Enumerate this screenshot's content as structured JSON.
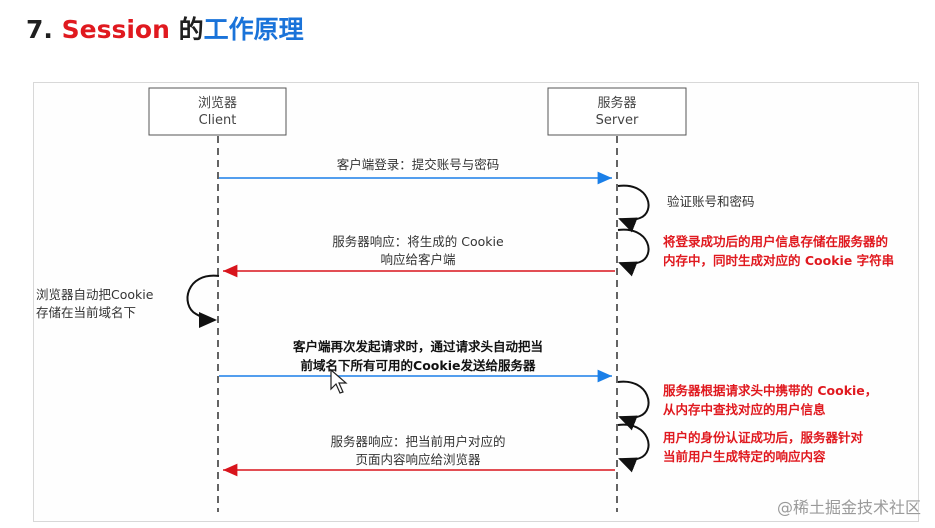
{
  "title": {
    "number": "7.",
    "keyword": "Session",
    "connector": " 的",
    "topic": "工作原理"
  },
  "participants": {
    "client": {
      "line1": "浏览器",
      "line2": "Client"
    },
    "server": {
      "line1": "服务器",
      "line2": "Server"
    }
  },
  "messages": {
    "m1": "客户端登录：提交账号与密码",
    "m2_line1": "服务器响应：将生成的 Cookie",
    "m2_line2": "响应给客户端",
    "m3_line1": "客户端再次发起请求时，通过请求头自动把当",
    "m3_line2": "前域名下所有可用的Cookie发送给服务器",
    "m4_line1": "服务器响应：把当前用户对应的",
    "m4_line2": "页面内容响应给浏览器"
  },
  "self_notes": {
    "verify": "验证账号和密码",
    "client_store_line1": "浏览器自动把Cookie",
    "client_store_line2": "存储在当前域名下"
  },
  "red_notes": {
    "n1_line1": "将登录成功后的用户信息存储在服务器的",
    "n1_line2": "内存中，同时生成对应的 Cookie 字符串",
    "n2_line1": "服务器根据请求头中携带的 Cookie，",
    "n2_line2": "从内存中查找对应的用户信息",
    "n3_line1": "用户的身份认证成功后，服务器针对",
    "n3_line2": "当前用户生成特定的响应内容"
  },
  "watermark": "@稀土掘金技术社区",
  "colors": {
    "request_arrow": "#1a7fe8",
    "response_arrow": "#d8141c",
    "highlight_red": "#e0191f",
    "title_blue": "#1a73d9"
  }
}
